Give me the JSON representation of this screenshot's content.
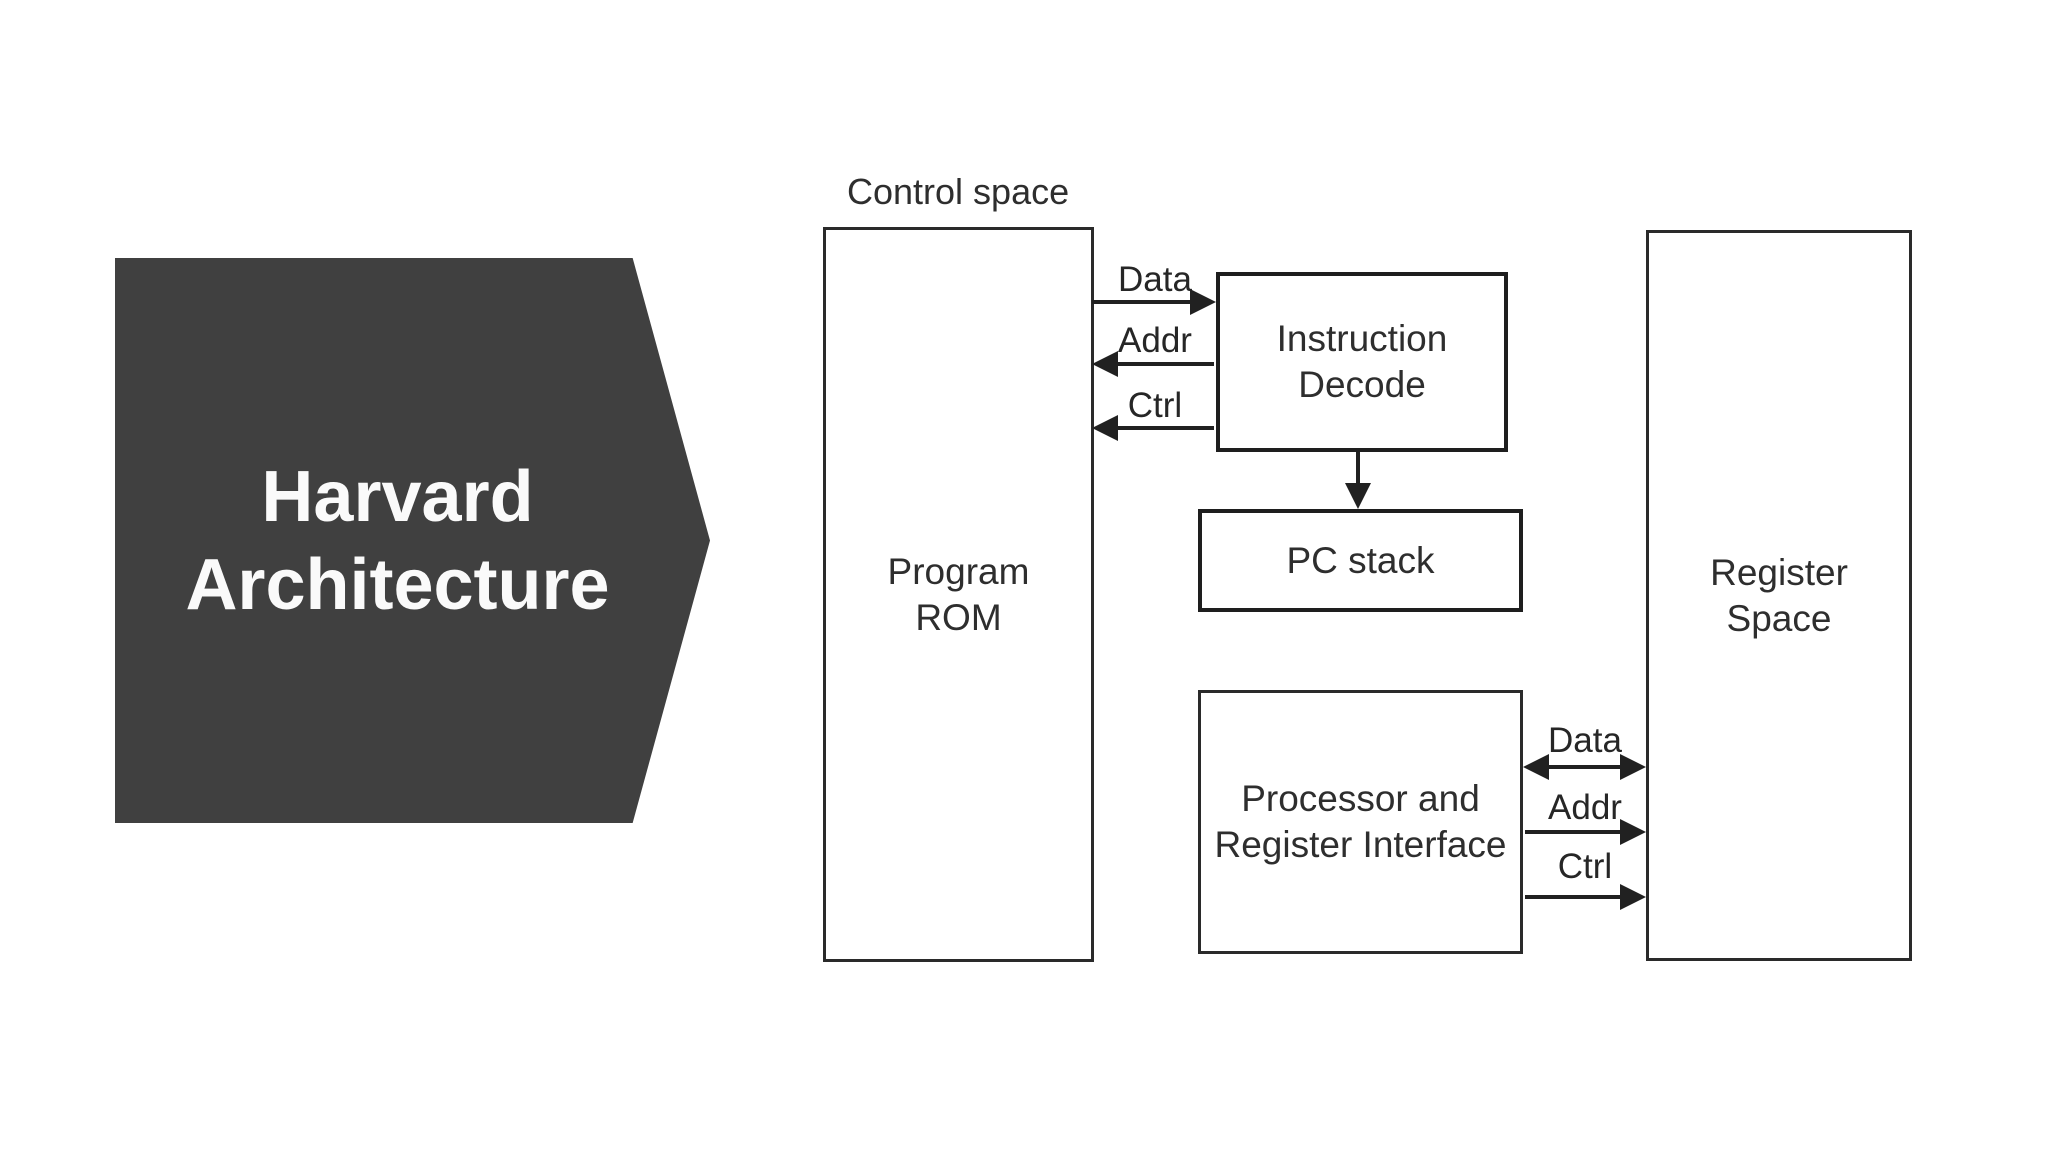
{
  "title": {
    "line1": "Harvard",
    "line2": "Architecture"
  },
  "diagram": {
    "control_space_label": "Control space",
    "boxes": {
      "program_rom": {
        "line1": "Program",
        "line2": "ROM"
      },
      "instruction_decode": {
        "line1": "Instruction",
        "line2": "Decode"
      },
      "pc_stack": {
        "line1": "PC stack"
      },
      "processor_interface": {
        "line1": "Processor and",
        "line2": "Register Interface"
      },
      "register_space": {
        "line1": "Register",
        "line2": "Space"
      }
    },
    "buses": {
      "control_space": {
        "data": {
          "label": "Data",
          "direction": "right"
        },
        "addr": {
          "label": "Addr",
          "direction": "left"
        },
        "ctrl": {
          "label": "Ctrl",
          "direction": "left"
        }
      },
      "register_space": {
        "data": {
          "label": "Data",
          "direction": "both"
        },
        "addr": {
          "label": "Addr",
          "direction": "right"
        },
        "ctrl": {
          "label": "Ctrl",
          "direction": "right"
        }
      },
      "decode_to_pc_stack": {
        "direction": "down"
      }
    },
    "colors": {
      "chevron_fill": "#404040",
      "title_text": "#fafafa",
      "line": "#212121",
      "box_border": "#2a2a2a",
      "label_text": "#2e2e2e",
      "background": "#ffffff"
    }
  }
}
